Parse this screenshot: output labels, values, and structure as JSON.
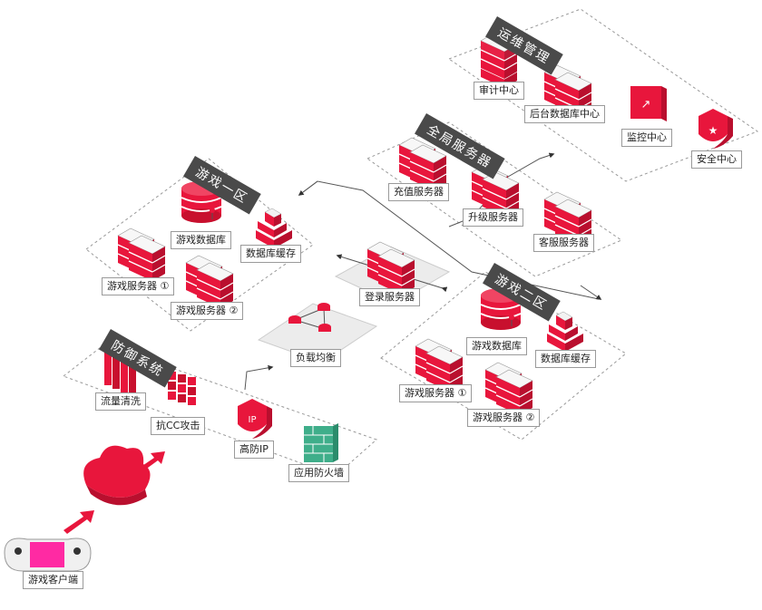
{
  "colors": {
    "accent": "#e8163c",
    "dark": "#4a4a4a",
    "server_light": "#f5f5f5",
    "firewall": "#3fae8a",
    "client": "#ff2aa3"
  },
  "groups": {
    "ops": "运维管理",
    "global": "全局服务器",
    "zone1": "游戏一区",
    "zone2": "游戏二区",
    "defense": "防御系统"
  },
  "labels": {
    "audit": "审计中心",
    "backend_db": "后台数据库中心",
    "monitor": "监控中心",
    "security": "安全中心",
    "recharge": "充值服务器",
    "upgrade": "升级服务器",
    "support": "客服服务器",
    "z1_db": "游戏数据库",
    "z1_cache": "数据库缓存",
    "z1_srv1": "游戏服务器 ①",
    "z1_srv2": "游戏服务器 ②",
    "login": "登录服务器",
    "lb": "负载均衡",
    "z2_db": "游戏数据库",
    "z2_cache": "数据库缓存",
    "z2_srv1": "游戏服务器 ①",
    "z2_srv2": "游戏服务器 ②",
    "flow_clean": "流量清洗",
    "anti_cc": "抗CC攻击",
    "high_ip": "高防IP",
    "waf": "应用防火墙",
    "client": "游戏客户端"
  }
}
